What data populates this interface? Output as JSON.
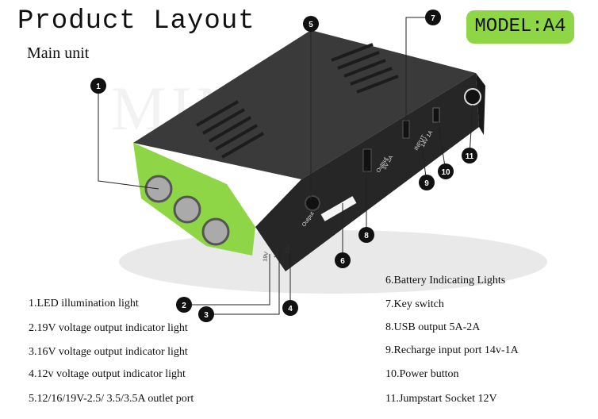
{
  "header": {
    "title": "Product Layout",
    "subtitle": "Main unit",
    "model": "MODEL:A4"
  },
  "watermark": "MINIFICH",
  "device_labels": {
    "output": "Output",
    "v19": "19V",
    "v16": "16V",
    "v12": "12V",
    "usb_output": "Output",
    "usb_spec": "5V 2A",
    "input": "INPUT",
    "input_spec": "14V 1A"
  },
  "callouts": [
    "1",
    "2",
    "3",
    "4",
    "5",
    "6",
    "7",
    "8",
    "9",
    "10",
    "11"
  ],
  "legend_left": [
    "1.LED illumination light",
    "2.19V voltage output indicator light",
    "3.16V voltage output indicator light",
    "4.12v voltage output indicator light",
    "5.12/16/19V-2.5/ 3.5/3.5A outlet port"
  ],
  "legend_right": [
    "6.Battery Indicating Lights",
    "7.Key switch",
    "8.USB output 5A-2A",
    "9.Recharge input port 14v-1A",
    "10.Power button",
    "11.Jumpstart Socket 12V"
  ],
  "colors": {
    "accent_green": "#8ed645",
    "device_body": "#2b2b2b"
  }
}
